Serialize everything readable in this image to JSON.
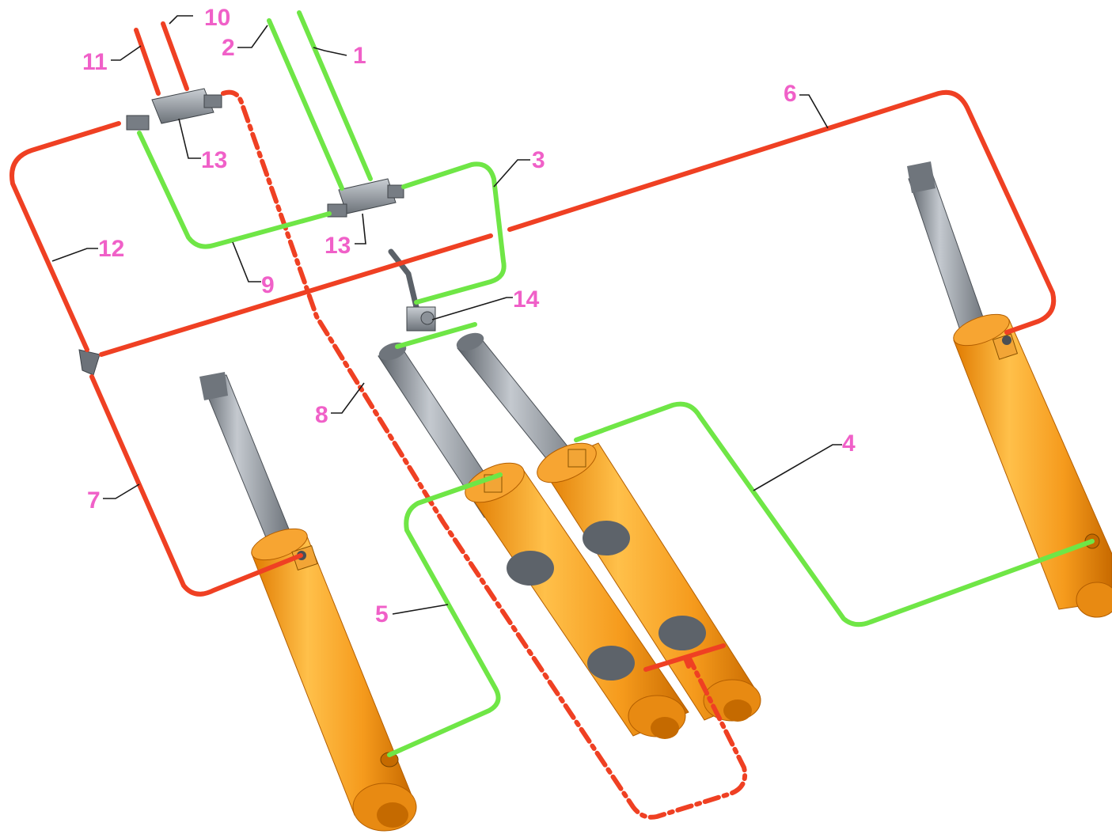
{
  "colors": {
    "pressure_line": "#ef4023",
    "return_line": "#6fe646",
    "label": "#f060c8",
    "cylinder_body": "#f59f1e",
    "rod": "#8d939b",
    "valve": "#8c9299"
  },
  "labels": {
    "n1": "1",
    "n2": "2",
    "n3": "3",
    "n4": "4",
    "n5": "5",
    "n6": "6",
    "n7": "7",
    "n8": "8",
    "n9": "9",
    "n10": "10",
    "n11": "11",
    "n12": "12",
    "n13a": "13",
    "n13b": "13",
    "n14": "14"
  }
}
